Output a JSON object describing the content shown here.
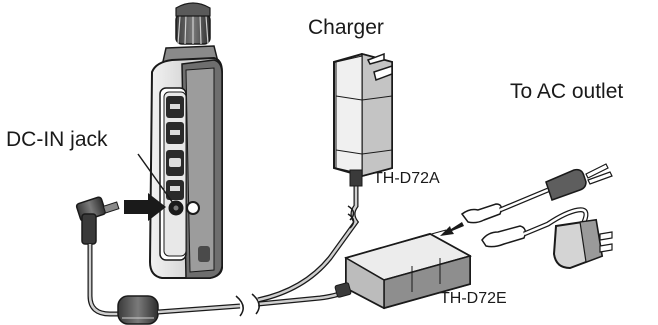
{
  "labels": {
    "charger": "Charger",
    "ac_outlet": "To AC outlet",
    "dc_in_jack": "DC-IN jack",
    "model_a": "TH-D72A",
    "model_e": "TH-D72E"
  },
  "colors": {
    "ink": "#1a1a1a",
    "gray": "#9a9a9a",
    "light_gray": "#cfcfcf",
    "dark_gray": "#5a5a5a"
  }
}
